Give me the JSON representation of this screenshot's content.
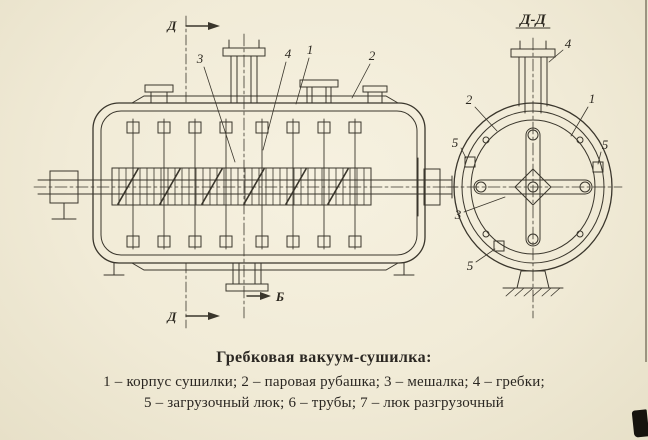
{
  "page": {
    "background": "#f1ebd7",
    "ink": "#3a362c"
  },
  "figure": {
    "caption_title": "Гребковая вакуум-сушилка:",
    "legend_line_1": "1 – корпус сушилки; 2 – паровая рубашка; 3 – мешалка; 4 – гребки;",
    "legend_line_2": "5 – загрузочный люк; 6 – трубы; 7 – люк разгрузочный"
  },
  "main_view": {
    "section_mark_top": "Д",
    "section_mark_bottom": "Д",
    "view_mark": "Б",
    "callout_3": "3",
    "callout_4": "4",
    "callout_1": "1",
    "callout_2": "2"
  },
  "section_view": {
    "title": "Д-Д",
    "callout_4": "4",
    "callout_2": "2",
    "callout_1": "1",
    "callout_5_left": "5",
    "callout_5_right": "5",
    "callout_5_bottom": "5",
    "callout_3": "3"
  }
}
